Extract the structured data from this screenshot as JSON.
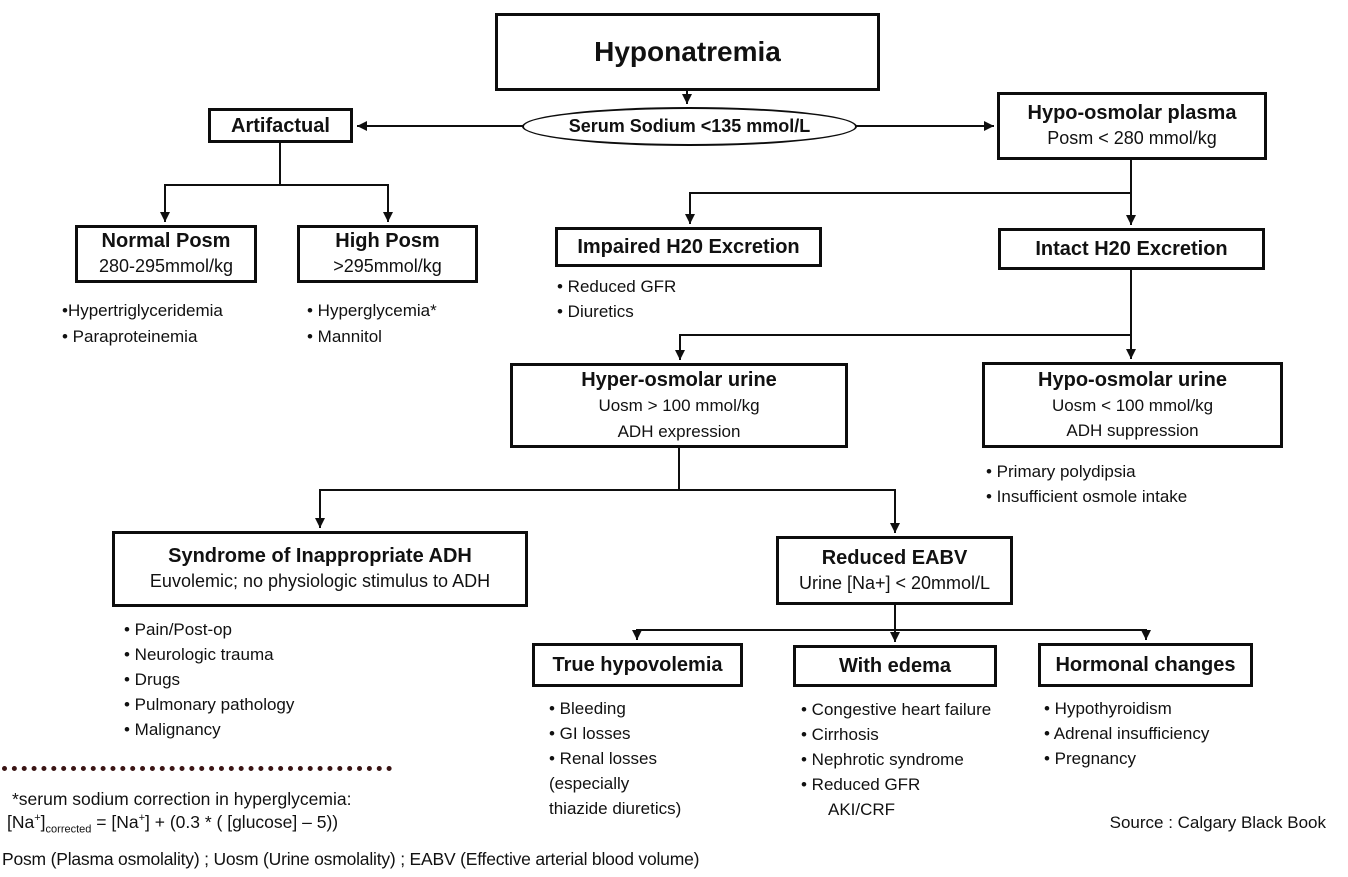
{
  "colors": {
    "line": "#0f0f0f",
    "dot_separator": "#3a1414",
    "background": "#ffffff",
    "text": "#111111"
  },
  "nodes": {
    "root": {
      "title": "Hyponatremia"
    },
    "criterion": {
      "label": "Serum Sodium <135 mmol/L"
    },
    "artifactual": {
      "title": "Artifactual"
    },
    "hypo_osmolar_plasma": {
      "title": "Hypo-osmolar plasma",
      "subtitle": "Posm < 280 mmol/kg"
    },
    "normal_posm": {
      "title": "Normal Posm",
      "subtitle": "280-295mmol/kg",
      "bullets": [
        "•Hypertriglyceridemia",
        "• Paraproteinemia"
      ]
    },
    "high_posm": {
      "title": "High Posm",
      "subtitle": ">295mmol/kg",
      "bullets": [
        "• Hyperglycemia*",
        "• Mannitol"
      ]
    },
    "impaired_h2o_excretion": {
      "title": "Impaired H20 Excretion",
      "bullets": [
        "• Reduced GFR",
        "• Diuretics"
      ]
    },
    "intact_h2o_excretion": {
      "title": "Intact H20 Excretion"
    },
    "hyper_osmolar_urine": {
      "title": "Hyper-osmolar urine",
      "line1": "Uosm > 100 mmol/kg",
      "line2": "ADH expression"
    },
    "hypo_osmolar_urine": {
      "title": "Hypo-osmolar urine",
      "line1": "Uosm < 100 mmol/kg",
      "line2": "ADH suppression",
      "bullets": [
        "• Primary polydipsia",
        "• Insufficient osmole intake"
      ]
    },
    "siadh": {
      "title": "Syndrome of Inappropriate ADH",
      "subtitle": "Euvolemic; no physiologic stimulus to ADH",
      "bullets": [
        "• Pain/Post-op",
        "• Neurologic trauma",
        "• Drugs",
        "• Pulmonary pathology",
        "• Malignancy"
      ]
    },
    "reduced_eabv": {
      "title": "Reduced EABV",
      "subtitle": "Urine [Na+] < 20mmol/L"
    },
    "true_hypovolemia": {
      "title": "True hypovolemia",
      "bullets": [
        "• Bleeding",
        "• GI losses",
        "• Renal losses",
        "(especially",
        "thiazide diuretics)"
      ]
    },
    "with_edema": {
      "title": "With edema",
      "bullets": [
        "• Congestive heart failure",
        "• Cirrhosis",
        "• Nephrotic syndrome",
        "• Reduced GFR",
        "AKI/CRF"
      ]
    },
    "hormonal_changes": {
      "title": "Hormonal changes",
      "bullets": [
        "• Hypothyroidism",
        "• Adrenal insufficiency",
        "• Pregnancy"
      ]
    }
  },
  "footnote": {
    "heading": "*serum sodium correction in hyperglycemia:",
    "formula": {
      "base1": "[Na",
      "sup1": "+",
      "close1": "]",
      "sub1": "corrected",
      "mid": " = [Na",
      "sup2": "+",
      "rest": "] + (0.3 * ( [glucose] – 5))"
    }
  },
  "source": "Source : Calgary Black Book",
  "legend": "Posm (Plasma osmolality) ; Uosm (Urine osmolality) ; EABV (Effective arterial blood volume)"
}
